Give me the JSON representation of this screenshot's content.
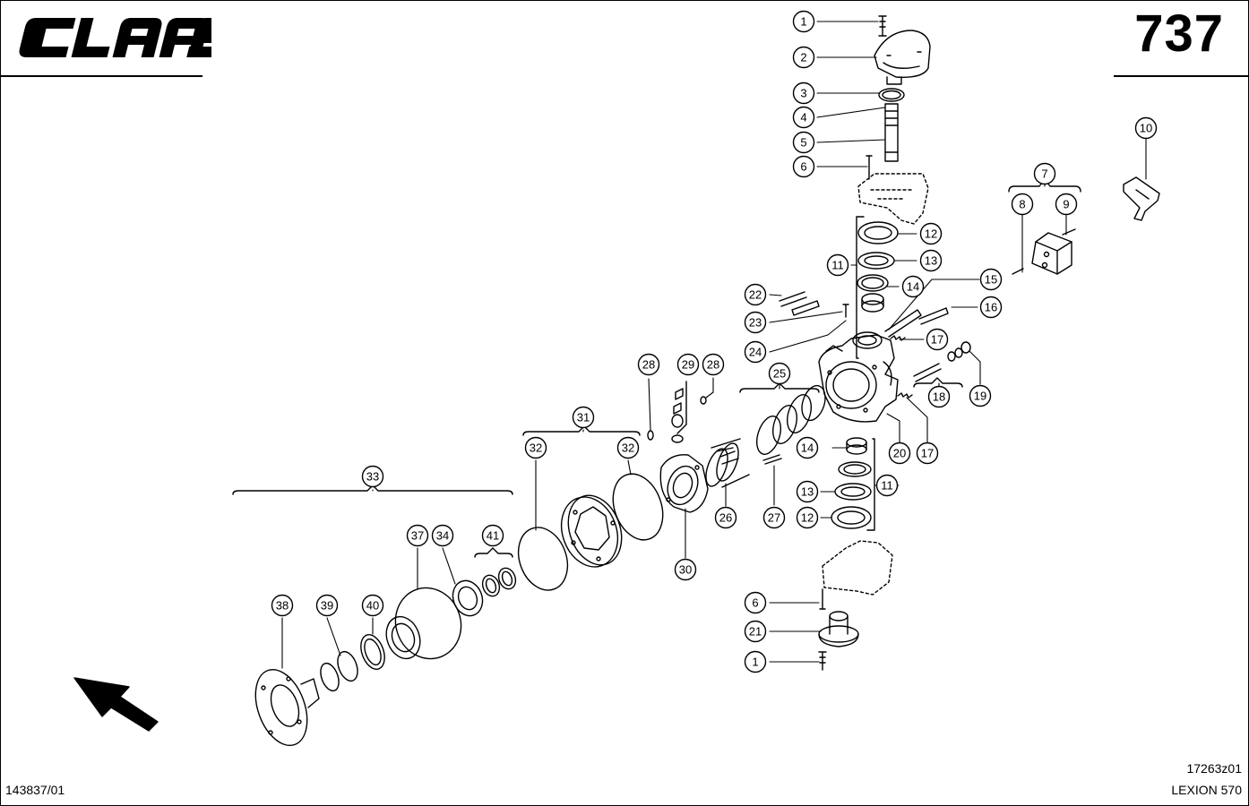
{
  "header": {
    "brand": "CLAAS",
    "page_number": "737"
  },
  "footer": {
    "doc_id": "143837/01",
    "drawing_id": "17263z01",
    "model": "LEXION 570"
  },
  "callouts": [
    "1",
    "2",
    "3",
    "4",
    "5",
    "6",
    "7",
    "8",
    "9",
    "10",
    "11",
    "12",
    "13",
    "14",
    "15",
    "16",
    "17",
    "18",
    "19",
    "20",
    "21",
    "22",
    "23",
    "24",
    "25",
    "26",
    "27",
    "28",
    "29",
    "30",
    "31",
    "32",
    "33",
    "34",
    "37",
    "38",
    "39",
    "40",
    "41"
  ]
}
